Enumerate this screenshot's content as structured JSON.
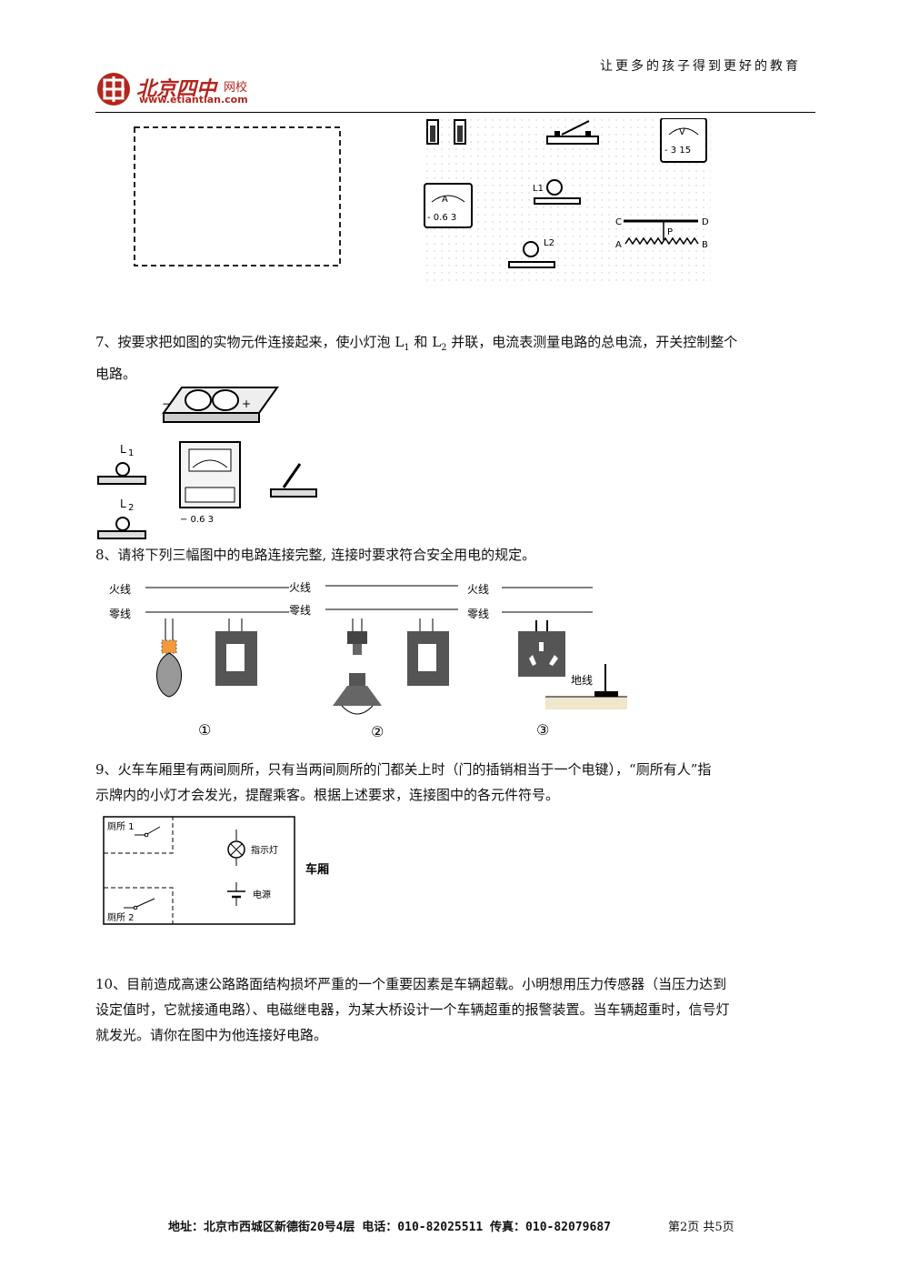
{
  "header": {
    "slogan": "让更多的孩子得到更好的教育",
    "logo_cn": "北京四中",
    "logo_sub": "网校",
    "logo_url": "www.etiantian.com"
  },
  "fig6": {
    "voltmeter_symbol": "V",
    "voltmeter_scale": "-  3  15",
    "ammeter_symbol": "A",
    "ammeter_scale": "-  0.6  3",
    "bulb1": "L1",
    "bulb2": "L2",
    "rheo_c": "C",
    "rheo_d": "D",
    "rheo_p": "P",
    "rheo_a": "A",
    "rheo_b": "B"
  },
  "q7": {
    "prefix": "7、按要求把如图的实物元件连接起来，使小灯泡 L",
    "sub1": "1",
    "mid": " 和 L",
    "sub2": "2",
    "suffix": " 并联，电流表测量电路的总电流，开关控制整个",
    "line2": "电路。",
    "minus": "−",
    "plus": "+",
    "l1": "L",
    "l1sub": "1",
    "l2": "L",
    "l2sub": "2",
    "ammeter_scale": "−  0.6  3"
  },
  "q8": {
    "text": "8、请将下列三幅图中的电路连接完整, 连接时要求符合安全用电的规定。",
    "live": "火线",
    "neutral": "零线",
    "ground": "地线",
    "n1": "①",
    "n2": "②",
    "n3": "③"
  },
  "q9": {
    "line1": "9、火车车厢里有两间厕所，只有当两间厕所的门都关上时（门的插销相当于一个电键），“厕所有人”指",
    "line2": "示牌内的小灯才会发光，提醒乘客。根据上述要求，连接图中的各元件符号。",
    "toilet1": "厕所 1",
    "toilet2": "厕所 2",
    "lamp": "指示灯",
    "power": "电源",
    "car": "车厢"
  },
  "q10": {
    "line1": "10、目前造成高速公路路面结构损坏严重的一个重要因素是车辆超载。小明想用压力传感器（当压力达到",
    "line2": "设定值时，它就接通电路）、电磁继电器，为某大桥设计一个车辆超重的报警装置。当车辆超重时，信号灯",
    "line3": "就发光。请你在图中为他连接好电路。"
  },
  "footer": {
    "address": "地址：北京市西城区新德街20号4层 电话：010-82025511 传真：010-82079687",
    "page": "第2页  共5页"
  }
}
